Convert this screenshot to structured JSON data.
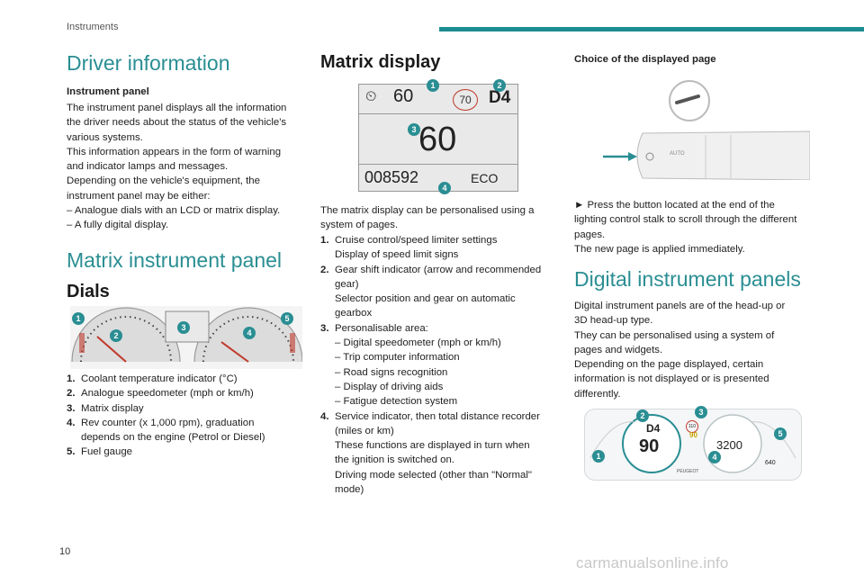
{
  "header": {
    "section": "Instruments",
    "page_number": "10"
  },
  "col1": {
    "title": "Driver information",
    "sub": "Instrument panel",
    "intro": [
      "The instrument panel displays all the information",
      "the driver needs about the status of the vehicle's",
      "various systems.",
      "This information appears in the form of warning",
      "and indicator lamps and messages.",
      "Depending on the vehicle's equipment, the",
      "instrument panel may be either:",
      "– Analogue dials with an LCD or matrix display.",
      "– A fully digital display."
    ],
    "matrix_title": "Matrix instrument panel",
    "dials_title": "Dials",
    "dials_list": [
      {
        "n": "1.",
        "lines": [
          "Coolant temperature indicator (°C)"
        ]
      },
      {
        "n": "2.",
        "lines": [
          "Analogue speedometer (mph or km/h)"
        ]
      },
      {
        "n": "3.",
        "lines": [
          "Matrix display"
        ]
      },
      {
        "n": "4.",
        "lines": [
          "Rev counter (x 1,000 rpm), graduation",
          "depends on the engine (Petrol or Diesel)"
        ]
      },
      {
        "n": "5.",
        "lines": [
          "Fuel gauge"
        ]
      }
    ],
    "dial_badges": [
      "1",
      "2",
      "3",
      "4",
      "5"
    ]
  },
  "col2": {
    "title": "Matrix display",
    "display": {
      "speed_small": "60",
      "sign": "70",
      "gear": "D4",
      "speed_big": "60",
      "odo": "008592",
      "mode": "ECO"
    },
    "badges": [
      "1",
      "2",
      "3",
      "4"
    ],
    "intro": [
      "The matrix display can be personalised using a",
      "system of pages."
    ],
    "list": [
      {
        "n": "1.",
        "lines": [
          "Cruise control/speed limiter settings",
          "Display of speed limit signs"
        ]
      },
      {
        "n": "2.",
        "lines": [
          "Gear shift indicator (arrow and recommended",
          "gear)",
          "Selector position and gear on automatic",
          "gearbox"
        ]
      },
      {
        "n": "3.",
        "lines": [
          "Personalisable area:",
          "– Digital speedometer (mph or km/h)",
          "– Trip computer information",
          "– Road signs recognition",
          "– Display of driving aids",
          "– Fatigue detection system"
        ]
      },
      {
        "n": "4.",
        "lines": [
          "Service indicator, then total distance recorder",
          "(miles or km)",
          "These functions are displayed in turn when",
          "the ignition is switched on.",
          "Driving mode selected (other than \"Normal\"",
          "mode)"
        ]
      }
    ]
  },
  "col3": {
    "sub": "Choice of the displayed page",
    "stalk_text": [
      "► Press the button located at the end of the",
      "lighting control stalk to scroll through the different",
      "pages.",
      "The new page is applied immediately."
    ],
    "stalk_label": "AUTO",
    "digital_title": "Digital instrument panels",
    "digital_text": [
      "Digital instrument panels are of the head-up or",
      "3D head-up type.",
      "They can be personalised using a system of",
      "pages and widgets.",
      "Depending on the page displayed, certain",
      "information is not displayed or is presented",
      "differently."
    ],
    "digital_fig": {
      "gear": "D4",
      "speed": "90",
      "sign": "110",
      "limit": "90",
      "rpm": "3200",
      "range": "640",
      "brand": "PEUGEOT"
    },
    "badges": [
      "1",
      "2",
      "3",
      "4",
      "5"
    ]
  },
  "footer": {
    "watermark": "carmanualsonline.info"
  }
}
